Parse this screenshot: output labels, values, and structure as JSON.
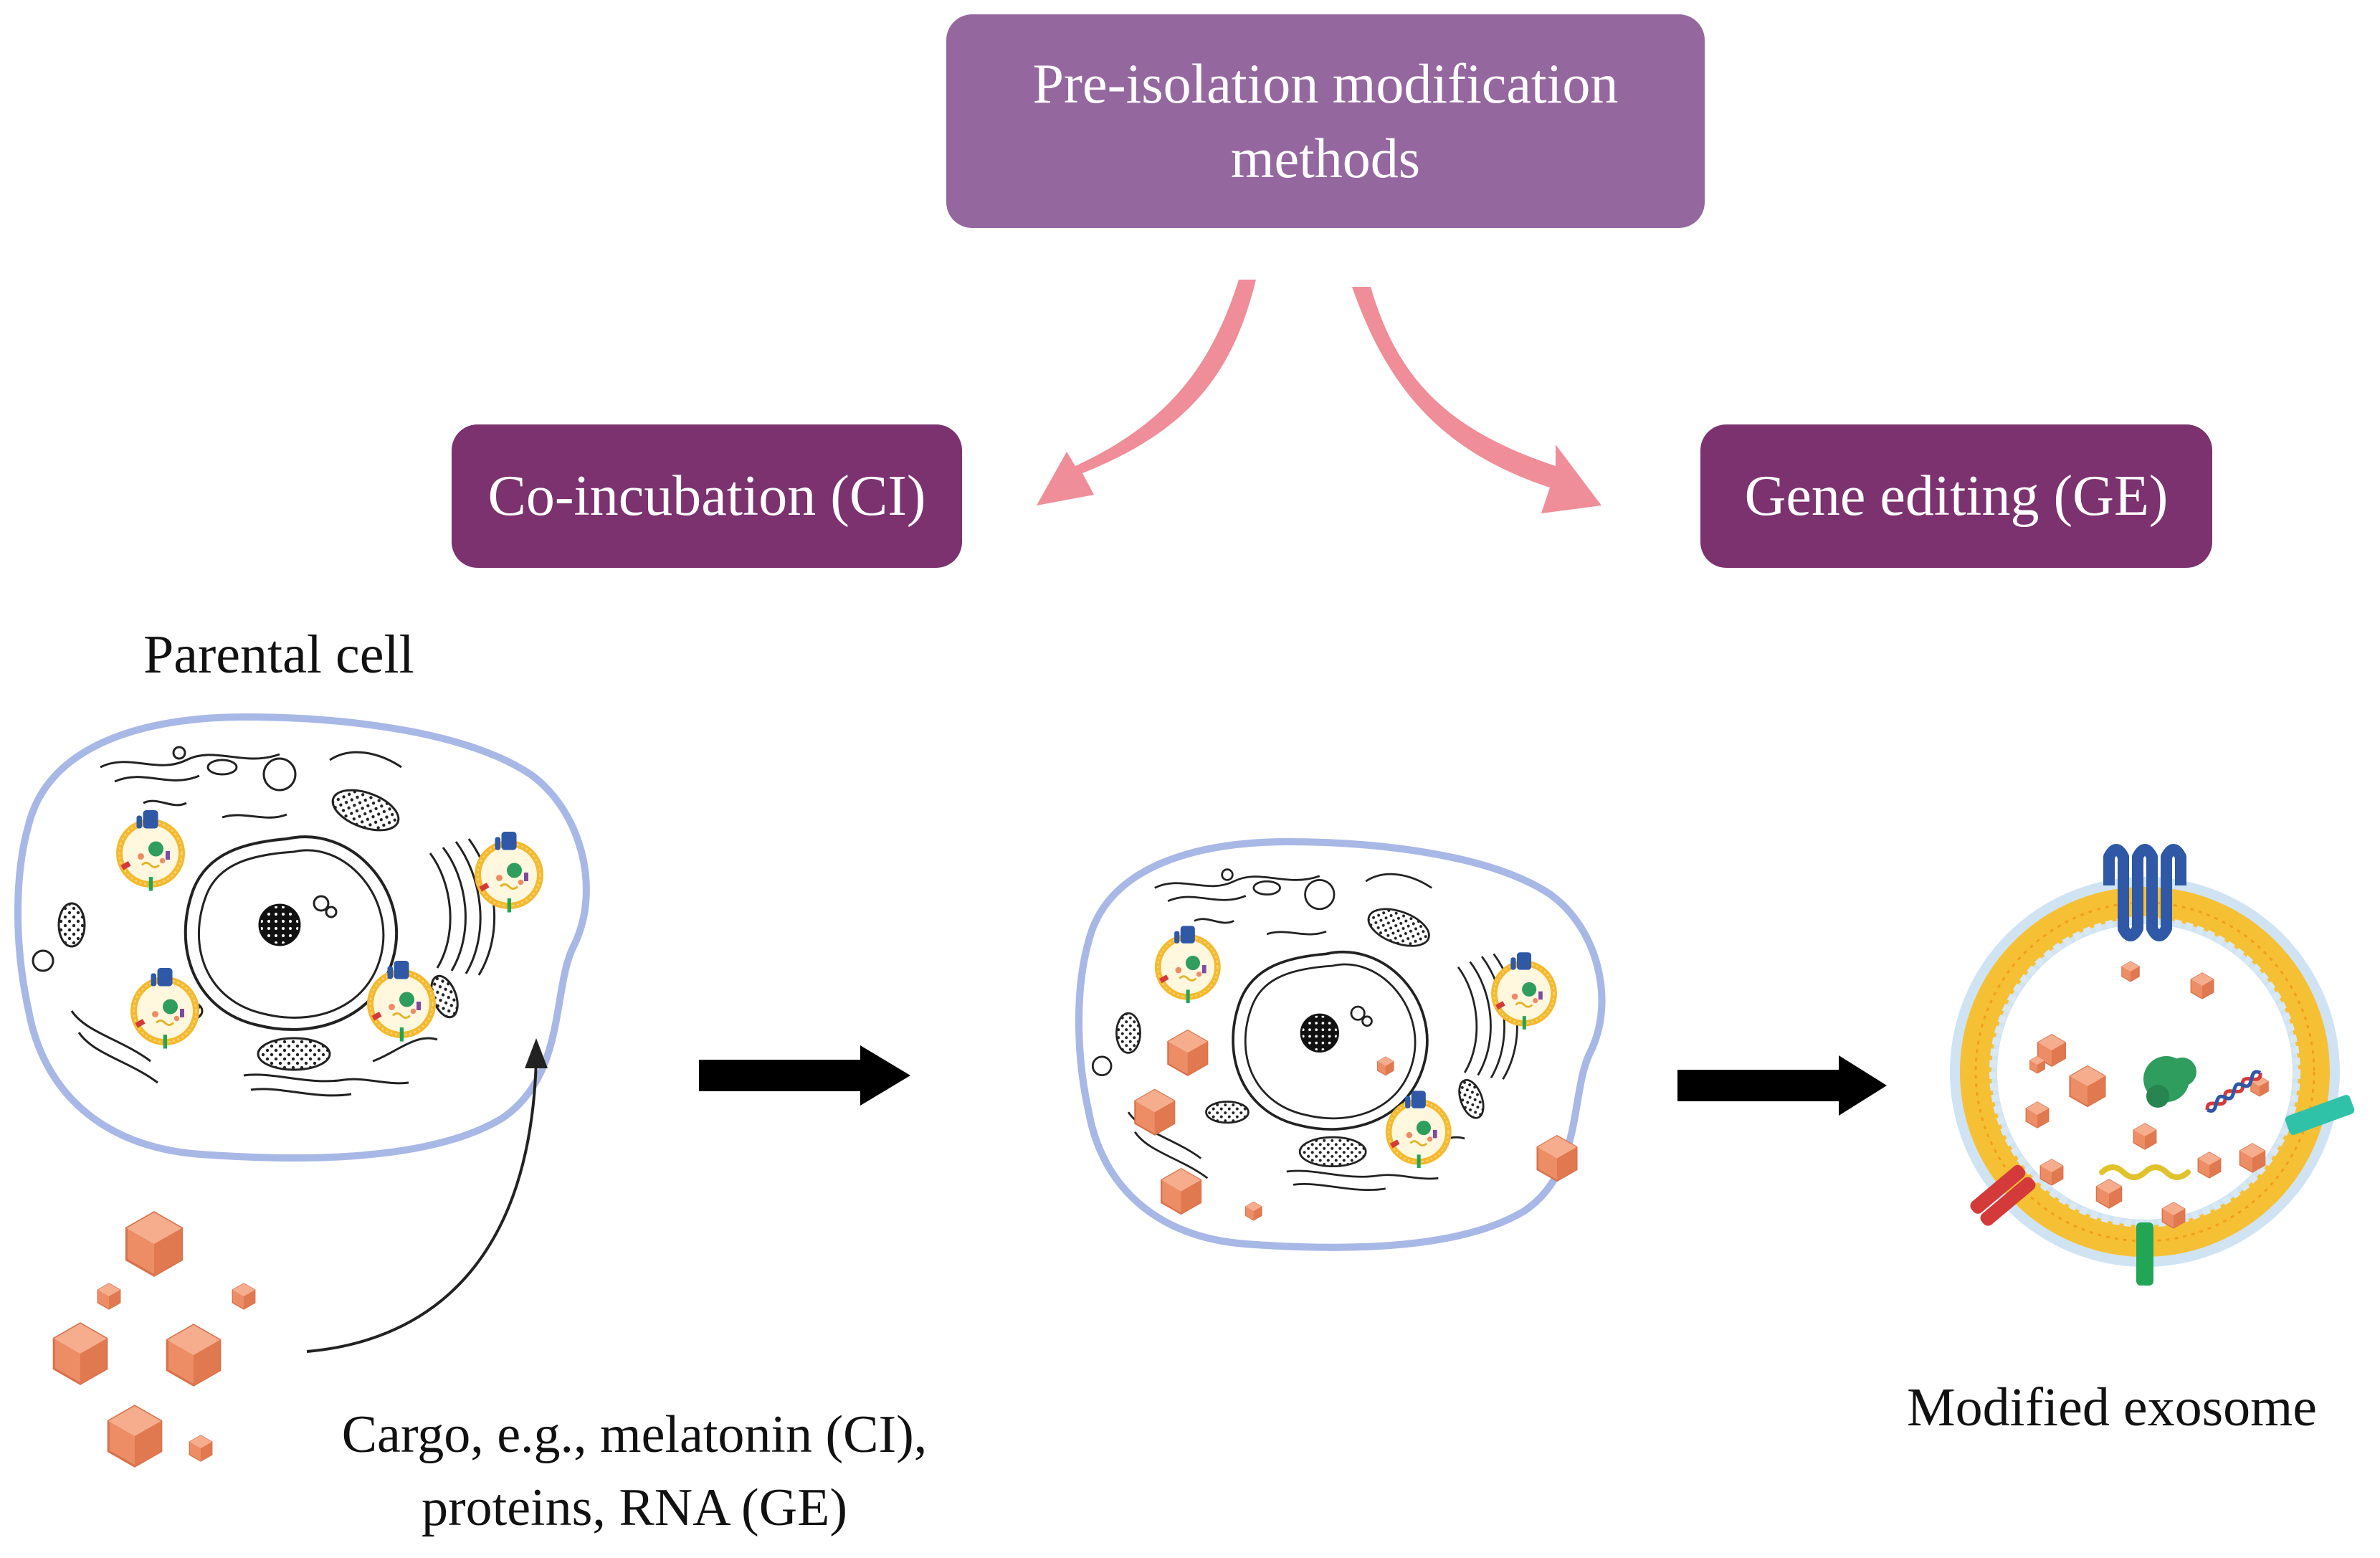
{
  "diagram": {
    "root": {
      "line1": "Pre-isolation modification",
      "line2": "methods"
    },
    "branch_left": "Co-incubation (CI)",
    "branch_right": "Gene editing (GE)",
    "parental_cell_label": "Parental cell",
    "cargo_label": {
      "line1": "Cargo, e.g., melatonin (CI),",
      "line2": "proteins, RNA (GE)"
    },
    "exosome_label": "Modified exosome"
  },
  "colors": {
    "root_box": "#95679f",
    "branch_box": "#7b326f",
    "curved_arrow": "#ef8d98",
    "cell_membrane": "#a8b8e6",
    "cargo": "#ec8d65",
    "lipid_layer": "#f6c035",
    "process_arrow": "#000000"
  },
  "icons": [
    "parental-cell",
    "cargo-particles",
    "loaded-cell",
    "modified-exosome"
  ]
}
